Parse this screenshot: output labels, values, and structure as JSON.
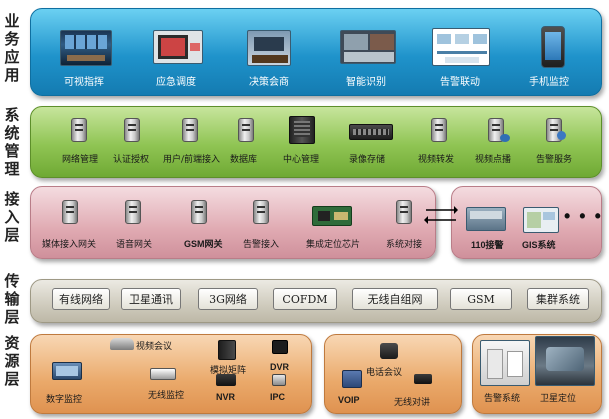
{
  "layers": {
    "business": "业务\n应用",
    "system": "系统\n管理",
    "access": "接入\n层",
    "transport": "传输\n层",
    "resource": "资源\n层"
  },
  "business_items": [
    "可视指挥",
    "应急调度",
    "决策会商",
    "智能识别",
    "告警联动",
    "手机监控"
  ],
  "system_items": [
    "网络管理",
    "认证授权",
    "用户/前端接入",
    "数据库",
    "中心管理",
    "录像存储",
    "视频转发",
    "视频点播",
    "告警服务"
  ],
  "access_items": [
    "媒体接入网关",
    "语音网关",
    "GSM网关",
    "告警接入",
    "集成定位芯片",
    "系统对接"
  ],
  "access_external": [
    "110接警",
    "GIS系统"
  ],
  "transport_items": [
    "有线网络",
    "卫星通讯",
    "3G网络",
    "COFDM",
    "无线自组网",
    "GSM",
    "集群系统"
  ],
  "resource_video": {
    "video_conf": "视频会议",
    "digital_mon": "数字监控",
    "wireless_mon": "无线监控",
    "matrix": "模拟矩阵",
    "nvr": "NVR",
    "dvr": "DVR",
    "ipc": "IPC"
  },
  "resource_voice": {
    "phone_conf": "电话会议",
    "voip": "VOIP",
    "walkie": "无线对讲"
  },
  "resource_alarm": {
    "alarm_sys": "告警系统",
    "sat_pos": "卫星定位"
  },
  "more_symbol": "• • •"
}
